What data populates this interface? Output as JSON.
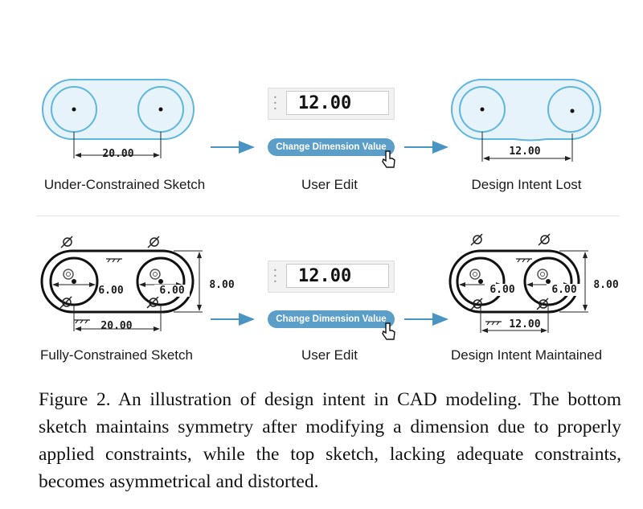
{
  "top_row": {
    "left_dim": "20.00",
    "left_label": "Under-Constrained Sketch",
    "edit_value": "12.00",
    "edit_button": "Change Dimension Value",
    "middle_label": "User Edit",
    "right_dim": "12.00",
    "right_label": "Design Intent Lost"
  },
  "bottom_row": {
    "left_width_dim": "20.00",
    "left_hole_dim_1": "6.00",
    "left_hole_dim_2": "6.00",
    "left_height_dim": "8.00",
    "left_label": "Fully-Constrained Sketch",
    "edit_value": "12.00",
    "edit_button": "Change Dimension Value",
    "middle_label": "User Edit",
    "right_width_dim": "12.00",
    "right_hole_dim_1": "6.00",
    "right_hole_dim_2": "6.00",
    "right_height_dim": "8.00",
    "right_label": "Design Intent Maintained"
  },
  "caption": "Figure 2.  An illustration of design intent in CAD modeling.  The bottom sketch maintains symmetry after modifying a dimension due to properly applied constraints, while the top sketch, lacking adequate constraints, becomes asymmetrical and distorted.",
  "colors": {
    "sketch_blue": "#5fb6dc",
    "fill_blue": "#e6f3fa",
    "arrow_blue": "#4a94c4",
    "pill_blue": "#5b9fc9",
    "ink": "#111111"
  }
}
